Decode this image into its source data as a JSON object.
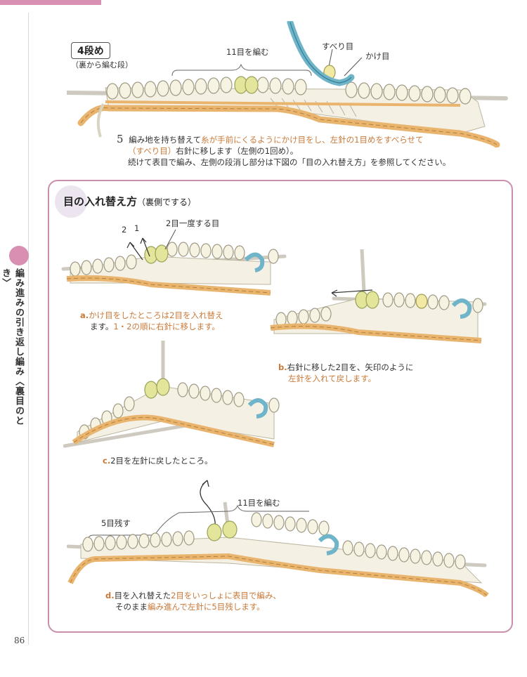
{
  "header": {
    "row_label": "4段め",
    "row_sub": "（裏から編む段）"
  },
  "top_diagram": {
    "knit_label": "11目を編む",
    "slip_label": "すべり目",
    "yarnover_label": "かけ目"
  },
  "step5": {
    "number": "5",
    "l1a": "編み地を持ち替えて",
    "l1b": "糸が手前にくるようにかけ目をし、左針の1目めをすべらせて",
    "l2a": "（すべり目）",
    "l2b": "右針に移します（左側の1回め）。",
    "l3": "続けて表目で編み、左側の段消し部分は下図の「目の入れ替え方」を参照してください。"
  },
  "panel": {
    "title": "目の入れ替え方",
    "title_sub": "（裏側でする）",
    "a": {
      "label_two": "2",
      "label_one": "1",
      "together": "2目一度する目",
      "letter": "a.",
      "l1a": "かけ目をしたところは",
      "l1b": "2目を入れ替え",
      "l2a": "ます。",
      "l2b": "1・2の順に右針に移します。"
    },
    "b": {
      "letter": "b.",
      "l1": "右針に移した2目を、矢印のように",
      "l2": "左針を入れて戻します。"
    },
    "c": {
      "letter": "c.",
      "l1": "2目を左針に戻したところ。"
    },
    "d": {
      "remain_label": "5目残す",
      "knit_label": "11目を編む",
      "letter": "d.",
      "l1a": "目を入れ替えた",
      "l1b": "2目をいっしょに表目で編み、",
      "l2a": "そのまま",
      "l2b": "編み進んで左針に5目残します。"
    }
  },
  "sidebar": {
    "title": "編み進みの引き返し編み〈裏目のとき〉"
  },
  "page_number": "86",
  "colors": {
    "accent": "#d98fb2",
    "panel_border": "#c98fac",
    "highlight_text": "#c97a3a",
    "yarn_white": "#f2f0df",
    "yarn_orange": "#e9b46e",
    "yarn_blue": "#6fb4c8",
    "yarn_yellow": "#e3e69a"
  }
}
